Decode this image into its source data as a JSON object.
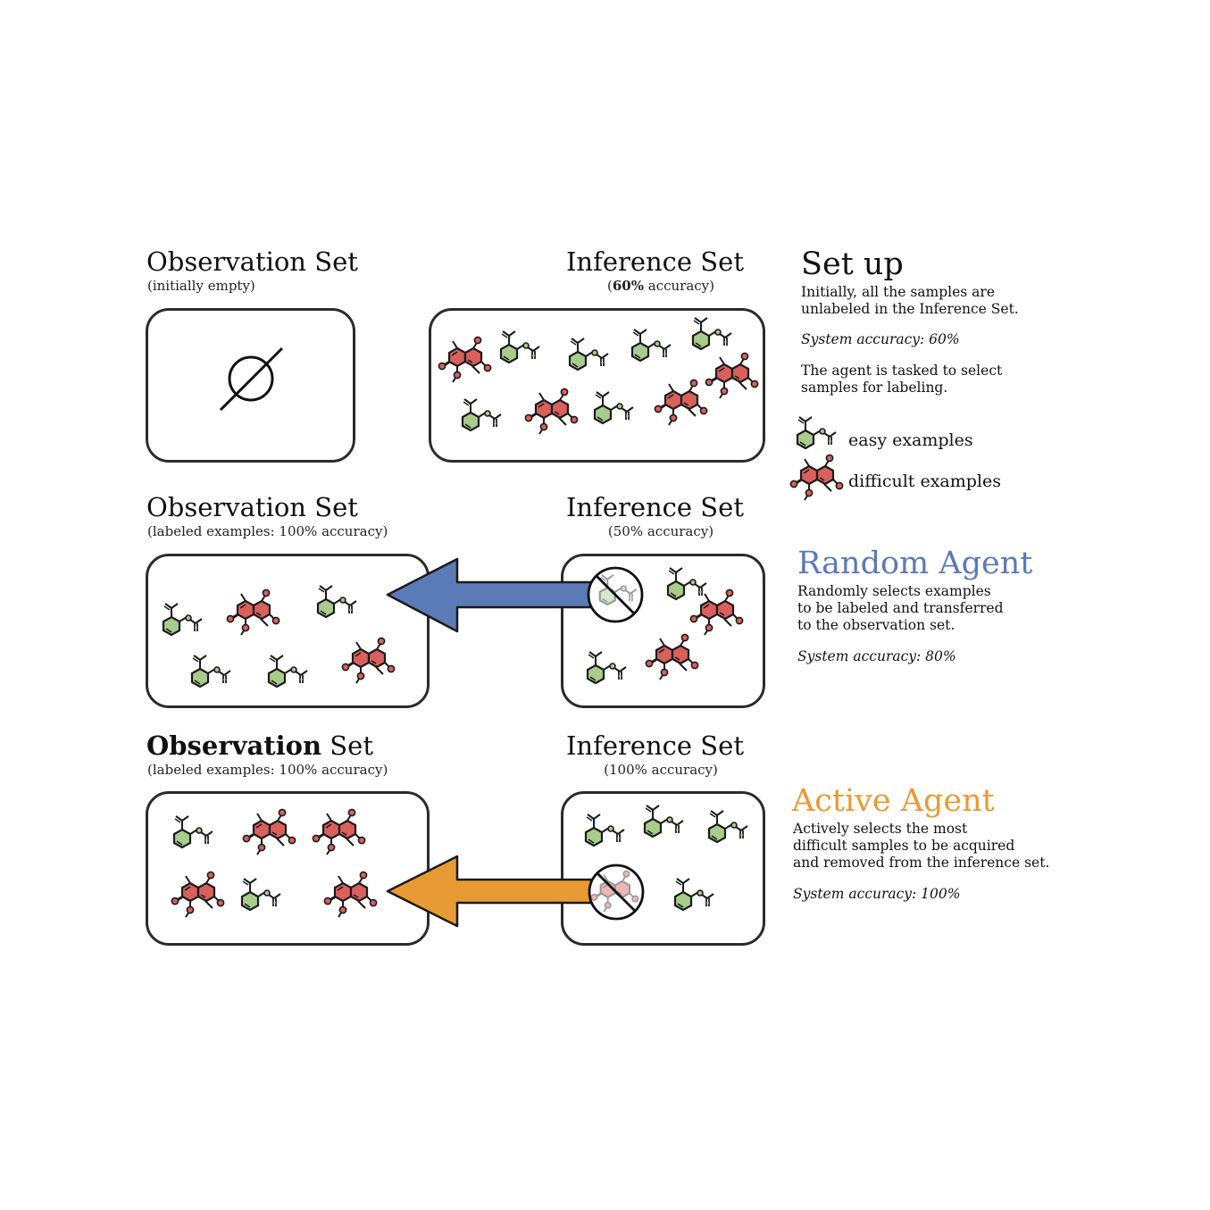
{
  "rows": [
    {
      "observation": {
        "title_bold": "",
        "title_rest": "Observation Set",
        "subtitle": "(initially empty)",
        "empty_symbol": "∅"
      },
      "inference": {
        "title": "Inference Set",
        "subtitle_pre": "(",
        "subtitle_bold": "60%",
        "subtitle_post": " accuracy)"
      }
    },
    {
      "observation": {
        "title_bold": "",
        "title_rest": "Observation Set",
        "subtitle": "(labeled examples: 100% accuracy)"
      },
      "inference": {
        "title": "Inference Set",
        "subtitle_pre": "(50% accuracy)",
        "subtitle_bold": "",
        "subtitle_post": ""
      }
    },
    {
      "observation": {
        "title_bold": "Observation",
        "title_rest": " Set",
        "subtitle": "(labeled examples: 100% accuracy)"
      },
      "inference": {
        "title": "Inference Set",
        "subtitle_pre": "(100% accuracy)",
        "subtitle_bold": "",
        "subtitle_post": ""
      }
    }
  ],
  "setup": {
    "heading": "Set up",
    "line1": "Initially, all the samples are",
    "line2": "unlabeled in the Inference Set.",
    "accuracy": "System accuracy: 60%",
    "task1": "The agent is tasked to select",
    "task2": "samples for labeling."
  },
  "legend": {
    "easy": "easy examples",
    "difficult": "difficult examples"
  },
  "random_agent": {
    "heading": "Random Agent",
    "color": "#5b7ab8",
    "line1": "Randomly selects examples",
    "line2": "to be labeled and transferred",
    "line3": "to the observation set.",
    "accuracy": "System accuracy: 80%"
  },
  "active_agent": {
    "heading": "Active Agent",
    "color": "#e89a34",
    "line1": "Actively selects the most",
    "line2": "difficult samples to be acquired",
    "line3": "and removed from the inference set.",
    "accuracy": "System accuracy: 100%"
  },
  "colors": {
    "easy": "#a8cc8c",
    "difficult": "#d9605c",
    "outline": "#2b2b2b"
  }
}
